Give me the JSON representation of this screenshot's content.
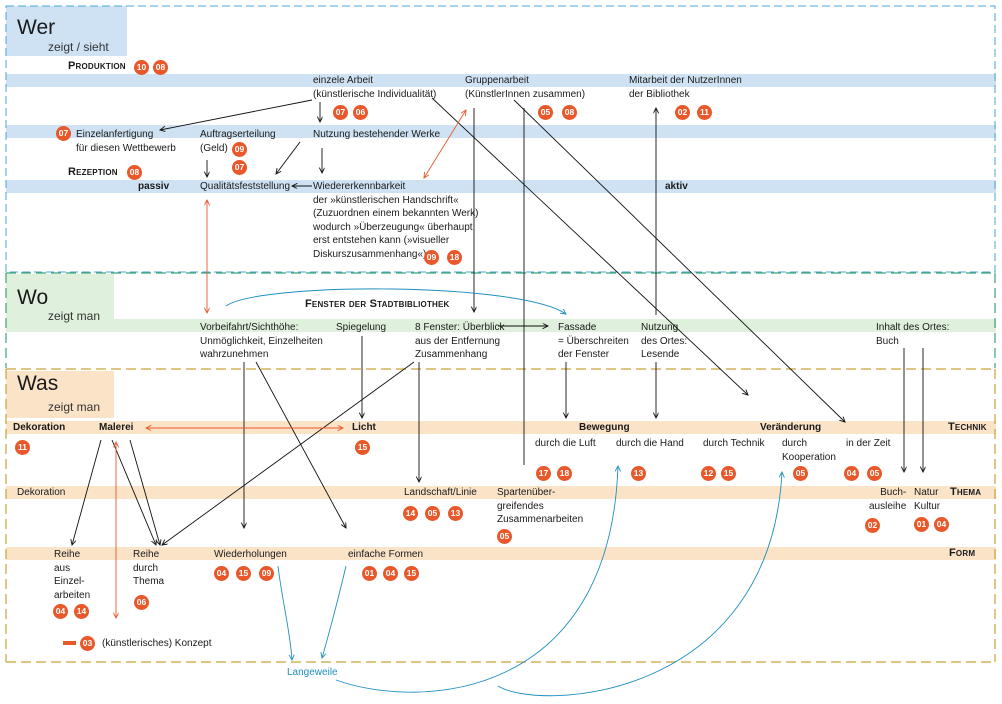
{
  "sections": {
    "wer": {
      "title": "Wer",
      "subtitle": "zeigt / sieht"
    },
    "wo": {
      "title": "Wo",
      "subtitle": "zeigt man"
    },
    "was": {
      "title": "Was",
      "subtitle": "zeigt man"
    }
  },
  "rows": {
    "produktion": "Produktion",
    "rezeption": "Rezeption",
    "fenster": "Fenster der Stadtbibliothek",
    "technik": "Technik",
    "thema": "Thema",
    "form": "Form"
  },
  "nodes": {
    "einzele_arbeit": "einzele Arbeit",
    "einzele_arbeit_2": "(künstlerische Individualität)",
    "gruppenarbeit": "Gruppenarbeit",
    "gruppenarbeit_2": "(KünstlerInnen zusammen)",
    "mitarbeit": "Mitarbeit der NutzerInnen",
    "mitarbeit_2": "der Bibliothek",
    "einzelanfertigung": "Einzelanfertigung",
    "einzelanfertigung_2": "für diesen Wettbewerb",
    "auftragserteilung": "Auftragserteilung",
    "auftragserteilung_2": "(Geld)",
    "nutzung_werke": "Nutzung bestehender Werke",
    "passiv": "passiv",
    "aktiv": "aktiv",
    "qualitaet": "Qualitätsfeststellung",
    "wiedererkennbarkeit": "Wiedererkennbarkeit",
    "wk_1": "der »künstlerischen Handschrift«",
    "wk_2": "(Zuzuordnen einem bekannten Werk)",
    "wk_3": "wodurch »Überzeugung« überhaupt",
    "wk_4": "erst entstehen kann (»visueller",
    "wk_5": "Diskurszusammenhang«).",
    "vorbeifahrt": "Vorbeifahrt/Sichthöhe:",
    "vorbeifahrt_2": "Unmöglichkeit, Einzelheiten",
    "vorbeifahrt_3": "wahrzunehmen",
    "spiegelung": "Spiegelung",
    "fenster8": "8 Fenster: Überblick",
    "fenster8_2": "aus  der Entfernung",
    "fenster8_3": "Zusammenhang",
    "fassade": "Fassade",
    "fassade_2": "= Überschreiten",
    "fassade_3": "der Fenster",
    "nutzung_ort": "Nutzung",
    "nutzung_ort_2": "des Ortes:",
    "nutzung_ort_3": "Lesende",
    "inhalt": "Inhalt des Ortes:",
    "inhalt_2": "Buch",
    "dekoration1": "Dekoration",
    "malerei": "Malerei",
    "licht": "Licht",
    "bewegung": "Bewegung",
    "veraenderung": "Veränderung",
    "durch_luft": "durch die Luft",
    "durch_hand": "durch die Hand",
    "durch_technik": "durch Technik",
    "durch_koop": "durch",
    "durch_koop_2": "Kooperation",
    "in_der_zeit": "in der Zeit",
    "dekoration2": "Dekoration",
    "landschaft": "Landschaft/Linie",
    "sparten_1": "Spartenüber-",
    "sparten_2": "greifendes",
    "sparten_3": "Zusammenarbeiten",
    "buch_1": "Buch-",
    "buch_2": "ausleihe",
    "natur_1": "Natur",
    "natur_2": "Kultur",
    "reihe_einzel_1": "Reihe",
    "reihe_einzel_2": "aus",
    "reihe_einzel_3": "Einzel-",
    "reihe_einzel_4": "arbeiten",
    "reihe_thema_1": "Reihe",
    "reihe_thema_2": "durch",
    "reihe_thema_3": "Thema",
    "wiederholungen": "Wiederholungen",
    "einfache_formen": "einfache Formen",
    "konzept": "(künstlerisches) Konzept",
    "langeweile": "Langeweile"
  },
  "badges": {
    "p1": "10",
    "p2": "08",
    "e1": "07",
    "e2": "06",
    "g1": "05",
    "g2": "08",
    "m1": "02",
    "m2": "11",
    "ea": "07",
    "a1": "09",
    "a2": "07",
    "r1": "08",
    "wk1": "09",
    "wk2": "18",
    "d11": "11",
    "l15": "15",
    "bl1": "17",
    "bl2": "18",
    "bh": "13",
    "bt1": "12",
    "bt2": "15",
    "bk": "05",
    "bz1": "04",
    "bz2": "05",
    "la1": "14",
    "la2": "05",
    "la3": "13",
    "sp": "05",
    "bu": "02",
    "na1": "01",
    "na2": "04",
    "re1": "04",
    "re2": "14",
    "rt": "06",
    "wi1": "04",
    "wi2": "15",
    "wi3": "09",
    "ef1": "01",
    "ef2": "04",
    "ef3": "15",
    "ko": "03"
  },
  "colors": {
    "blue_band": "#cfe2f3",
    "peach_band": "#fbe3c8",
    "badge": "#e8582a",
    "connector_blue": "#1f8fbf",
    "divider_green": "#3aa37a",
    "divider_gold": "#c9a23a"
  }
}
